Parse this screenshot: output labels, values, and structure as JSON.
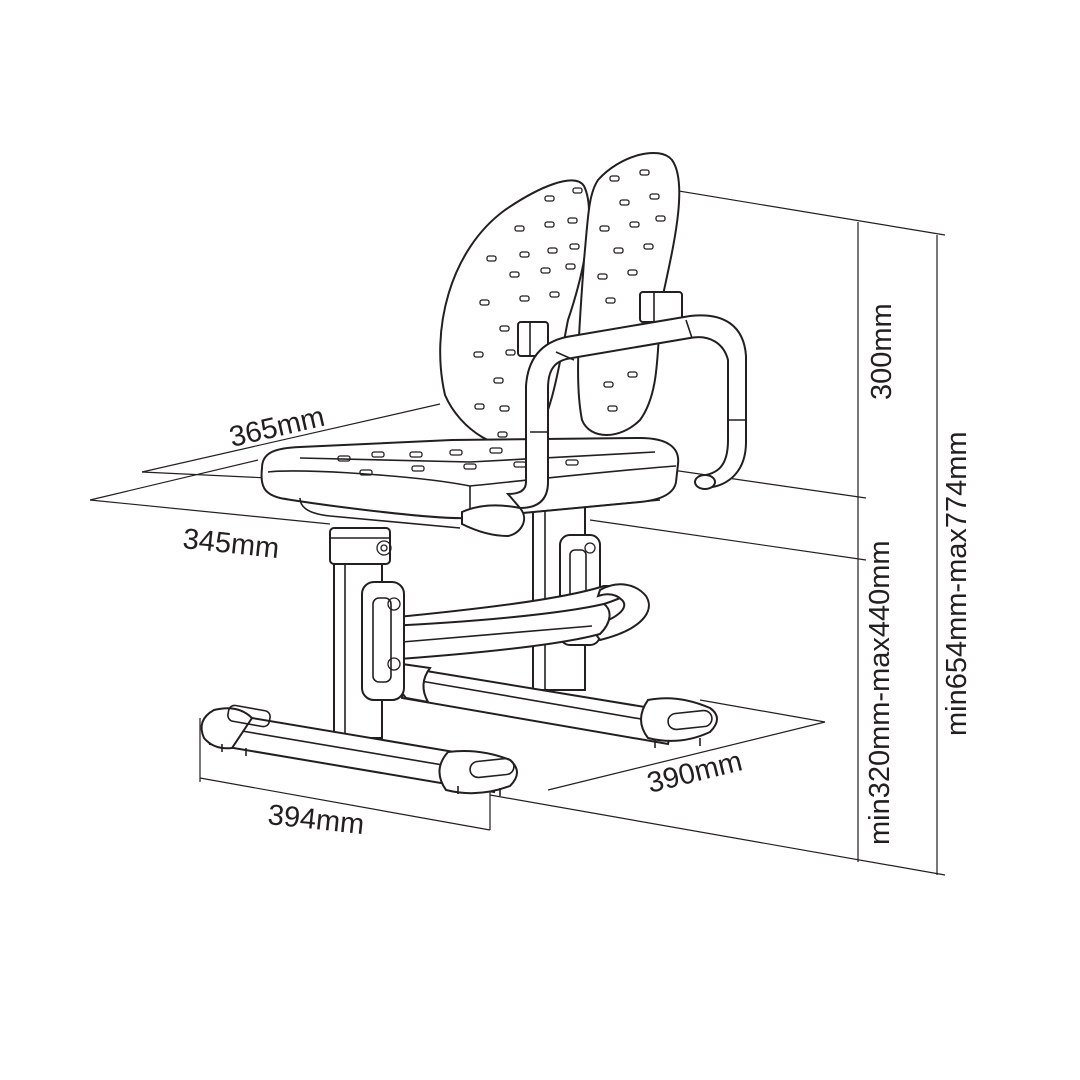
{
  "dimensions": {
    "seat_depth_top": "365mm",
    "seat_width": "345mm",
    "backrest_height": "300mm",
    "seat_height_range": "min320mm-max440mm",
    "total_height_range": "min654mm-max774mm",
    "base_depth": "390mm",
    "base_width": "394mm"
  }
}
